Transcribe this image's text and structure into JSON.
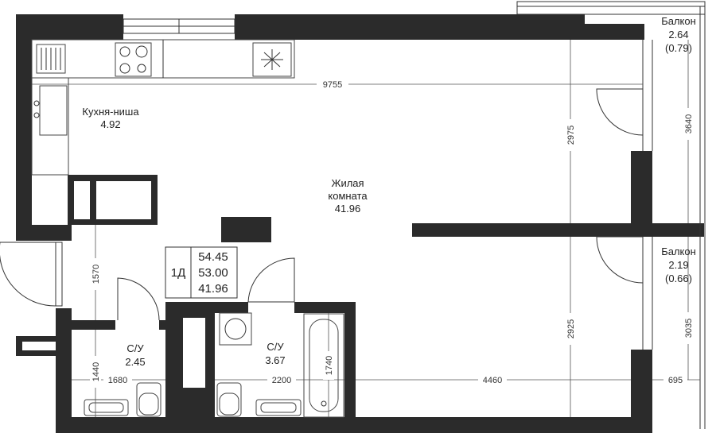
{
  "rooms": {
    "kitchen": {
      "name": "Кухня-ниша",
      "area": "4.92"
    },
    "living": {
      "name_line1": "Жилая",
      "name_line2": "комната",
      "area": "41.96"
    },
    "bath_small": {
      "name": "С/У",
      "area": "2.45"
    },
    "bath_large": {
      "name": "С/У",
      "area": "3.67"
    },
    "balcony_top": {
      "name": "Балкон",
      "area": "2.64",
      "area_reduced": "(0.79)"
    },
    "balcony_bottom": {
      "name": "Балкон",
      "area": "2.19",
      "area_reduced": "(0.66)"
    }
  },
  "summary": {
    "type": "1Д",
    "total_area": "54.45",
    "living_total": "53.00",
    "living_area": "41.96"
  },
  "dimensions": {
    "width_total": "9755",
    "living_depth_top": "2975",
    "balcony_top_depth": "3640",
    "hall_depth": "1570",
    "bath_small_depth": "1440",
    "bath_small_width": "1680",
    "bath_large_width": "2200",
    "bath_large_depth": "1740",
    "living_width_bottom": "4460",
    "living_depth_bottom": "2925",
    "balcony_bottom_depth": "3035",
    "balcony_width": "695"
  },
  "colors": {
    "wall": "#2b2b2b",
    "line": "#333333",
    "background": "#ffffff"
  }
}
